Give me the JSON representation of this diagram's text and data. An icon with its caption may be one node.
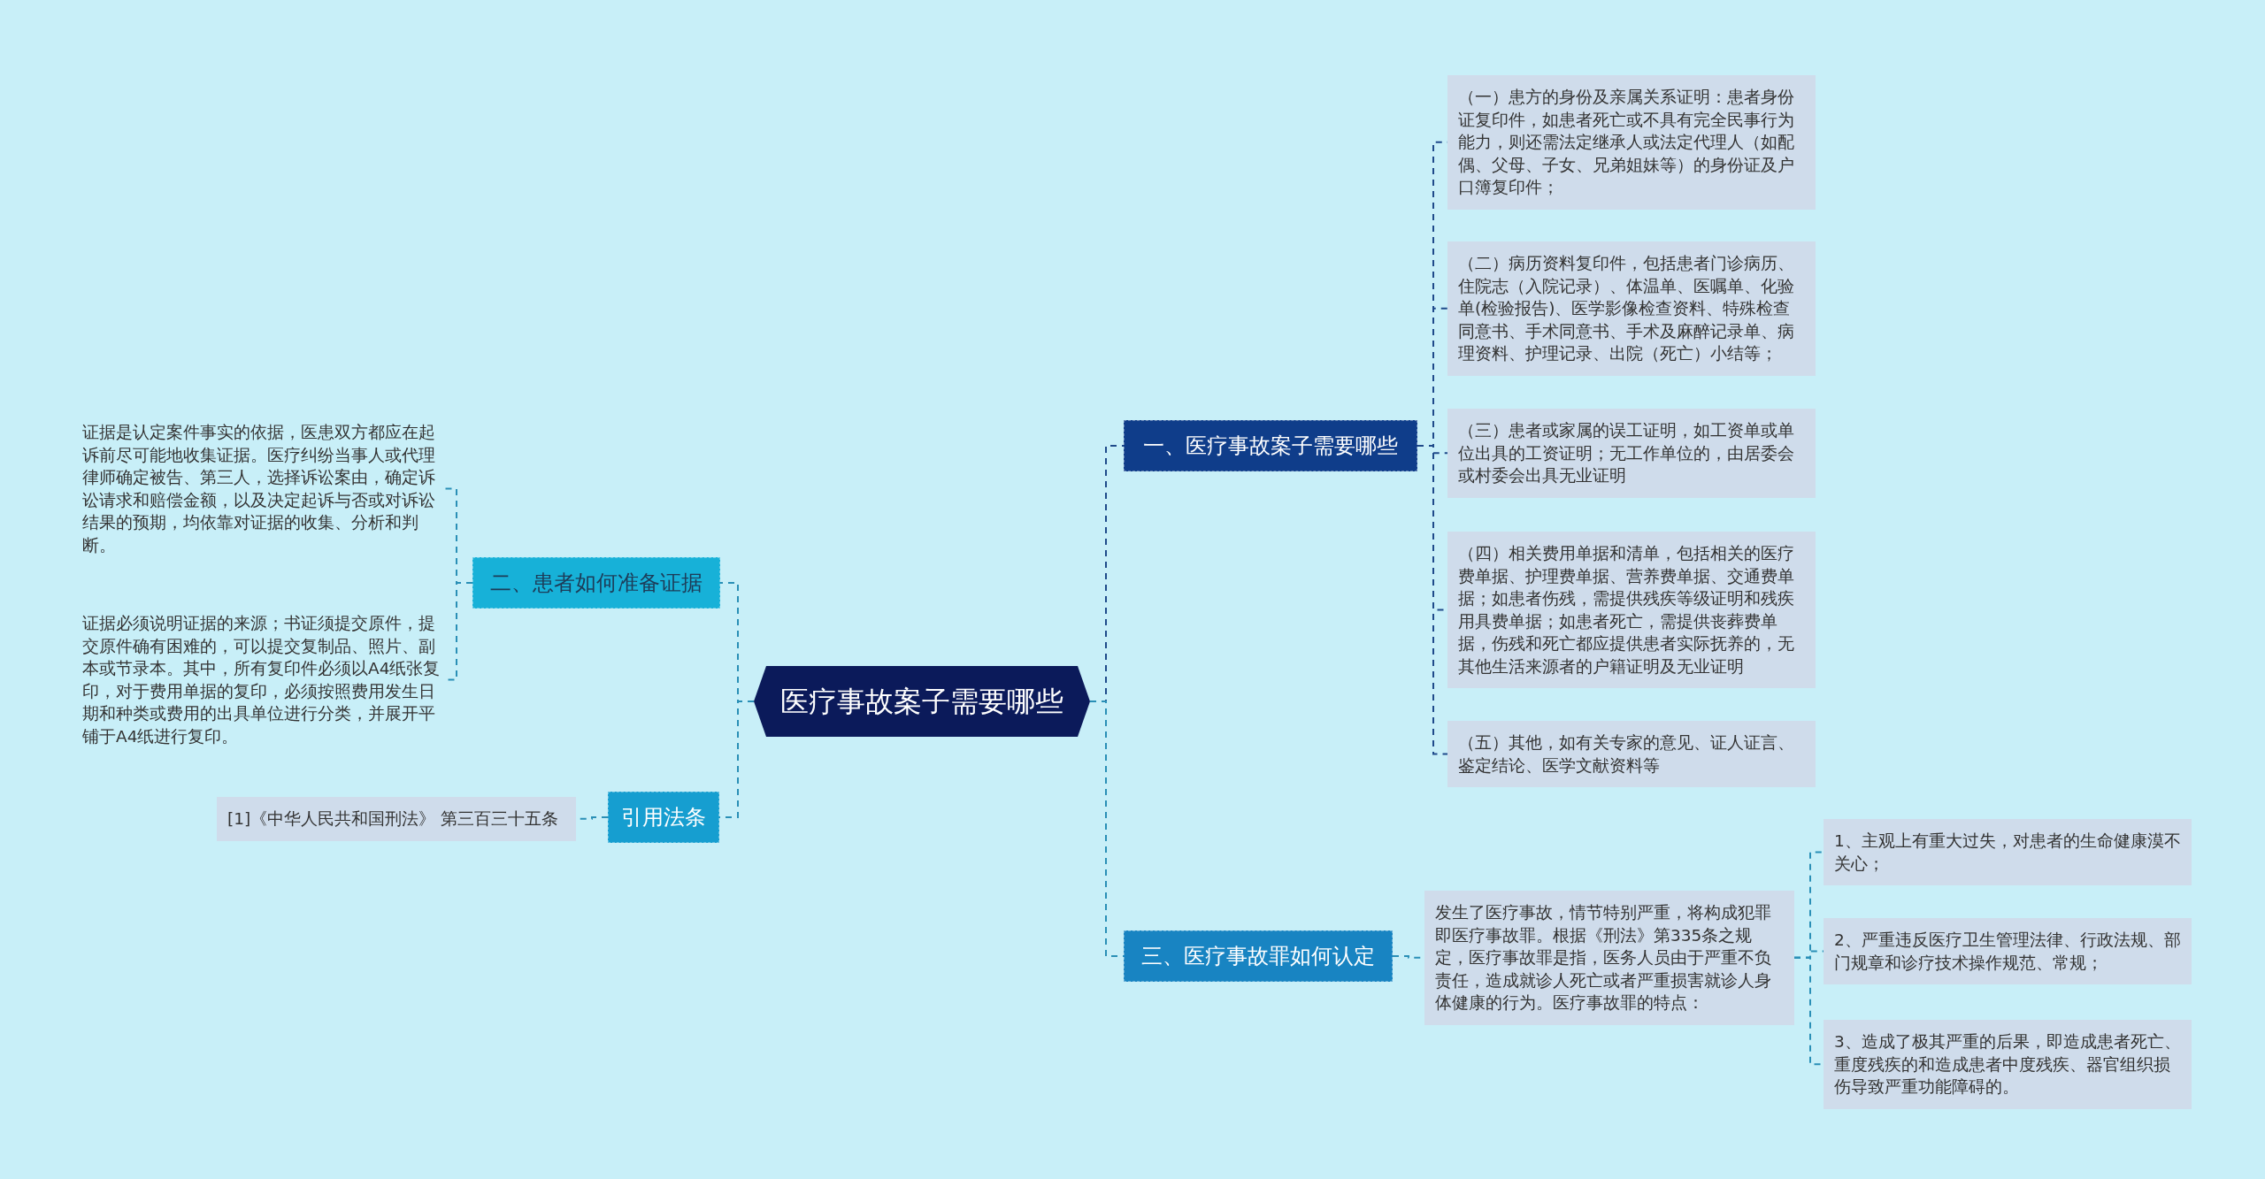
{
  "diagram": {
    "nodes": [
      {
        "text": [
          "医疗事故案子需要哪些"
        ]
      },
      {
        "text": [
          "一、医疗事故案子需要哪些"
        ]
      },
      {
        "text": [
          "（一）患方的身份及亲属关系证明：患者身份证复印件，如患者死亡或不具有完全民事行为能力，则还需法定继承人或法定代理人（如配偶、父母、子女、兄弟姐妹等）的身份证及户口簿复印件；"
        ]
      },
      {
        "text": [
          "（二）病历资料复印件，包括患者门诊病历、住院志（入院记录）、体温单、医嘱单、化验单(检验报告)、医学影像检查资料、特殊检查同意书、手术同意书、手术及麻醉记录单、病理资料、护理记录、出院（死亡）小结等；"
        ]
      },
      {
        "text": [
          "（三）患者或家属的误工证明，如工资单或单位出具的工资证明；无工作单位的，由居委会或村委会出具无业证明"
        ]
      },
      {
        "text": [
          "（四）相关费用单据和清单，包括相关的医疗费单据、护理费单据、营养费单据、交通费单据；如患者伤残，需提供残疾等级证明和残疾用具费单据；如患者死亡，需提供丧葬费单据，伤残和死亡都应提供患者实际抚养的，无其他生活来源者的户籍证明及无业证明"
        ]
      },
      {
        "text": [
          "（五）其他，如有关专家的意见、证人证言、鉴定结论、医学文献资料等"
        ]
      },
      {
        "text": [
          "三、医疗事故罪如何认定"
        ]
      },
      {
        "text": [
          "发生了医疗事故，情节特别严重，将构成犯罪即医疗事故罪。根据《刑法》第335条之规定，医疗事故罪是指，医务人员由于严重不负责任，造成就诊人死亡或者严重损害就诊人身体健康的行为。医疗事故罪的特点："
        ]
      },
      {
        "text": [
          "1、主观上有重大过失，对患者的生命健康漠不关心；"
        ]
      },
      {
        "text": [
          "2、严重违反医疗卫生管理法律、行政法规、部门规章和诊疗技术操作规范、常规；"
        ]
      },
      {
        "text": [
          "3、造成了极其严重的后果，即造成患者死亡、重度残疾的和造成患者中度残疾、器官组织损伤导致严重功能障碍的。"
        ]
      },
      {
        "text": [
          "二、患者如何准备证据"
        ]
      },
      {
        "text": [
          "证据是认定案件事实的依据，医患双方都应在起诉前尽可能地收集证据。医疗纠纷当事人或代理律师确定被告、第三人，选择诉讼案由，确定诉讼请求和赔偿金额，以及决定起诉与否或对诉讼结果的预期，均依靠对证据的收集、分析和判断。"
        ]
      },
      {
        "text": [
          "证据必须说明证据的来源；书证须提交原件，提交原件确有困难的，可以提交复制品、照片、副本或节录本。其中，所有复印件必须以A4纸张复印，对于费用单据的复印，必须按照费用发生日期和种类或费用的出具单位进行分类，并展开平铺于A4纸进行复印。"
        ]
      },
      {
        "text": [
          "引用法条"
        ]
      },
      {
        "text": [
          "[1]《中华人民共和国刑法》 第三百三十五条"
        ]
      }
    ],
    "edges": [
      {
        "from": 0,
        "to": 1,
        "arrow": "none",
        "color": "#1f4a8a"
      },
      {
        "from": 1,
        "to": 2,
        "arrow": "none",
        "color": "#1f4a8a"
      },
      {
        "from": 1,
        "to": 3,
        "arrow": "none",
        "color": "#1f4a8a"
      },
      {
        "from": 1,
        "to": 4,
        "arrow": "none",
        "color": "#1f4a8a"
      },
      {
        "from": 1,
        "to": 5,
        "arrow": "none",
        "color": "#1f4a8a"
      },
      {
        "from": 1,
        "to": 6,
        "arrow": "none",
        "color": "#1f4a8a"
      },
      {
        "from": 0,
        "to": 7,
        "arrow": "none"
      },
      {
        "from": 7,
        "to": 8,
        "arrow": "none"
      },
      {
        "from": 8,
        "to": 9,
        "arrow": "none"
      },
      {
        "from": 8,
        "to": 10,
        "arrow": "none"
      },
      {
        "from": 8,
        "to": 11,
        "arrow": "none"
      },
      {
        "from": 0,
        "to": 12,
        "arrow": "none"
      },
      {
        "from": 12,
        "to": 13,
        "arrow": "none"
      },
      {
        "from": 12,
        "to": 14,
        "arrow": "none"
      },
      {
        "from": 0,
        "to": 15,
        "arrow": "none"
      },
      {
        "from": 15,
        "to": 16,
        "arrow": "none"
      }
    ]
  }
}
